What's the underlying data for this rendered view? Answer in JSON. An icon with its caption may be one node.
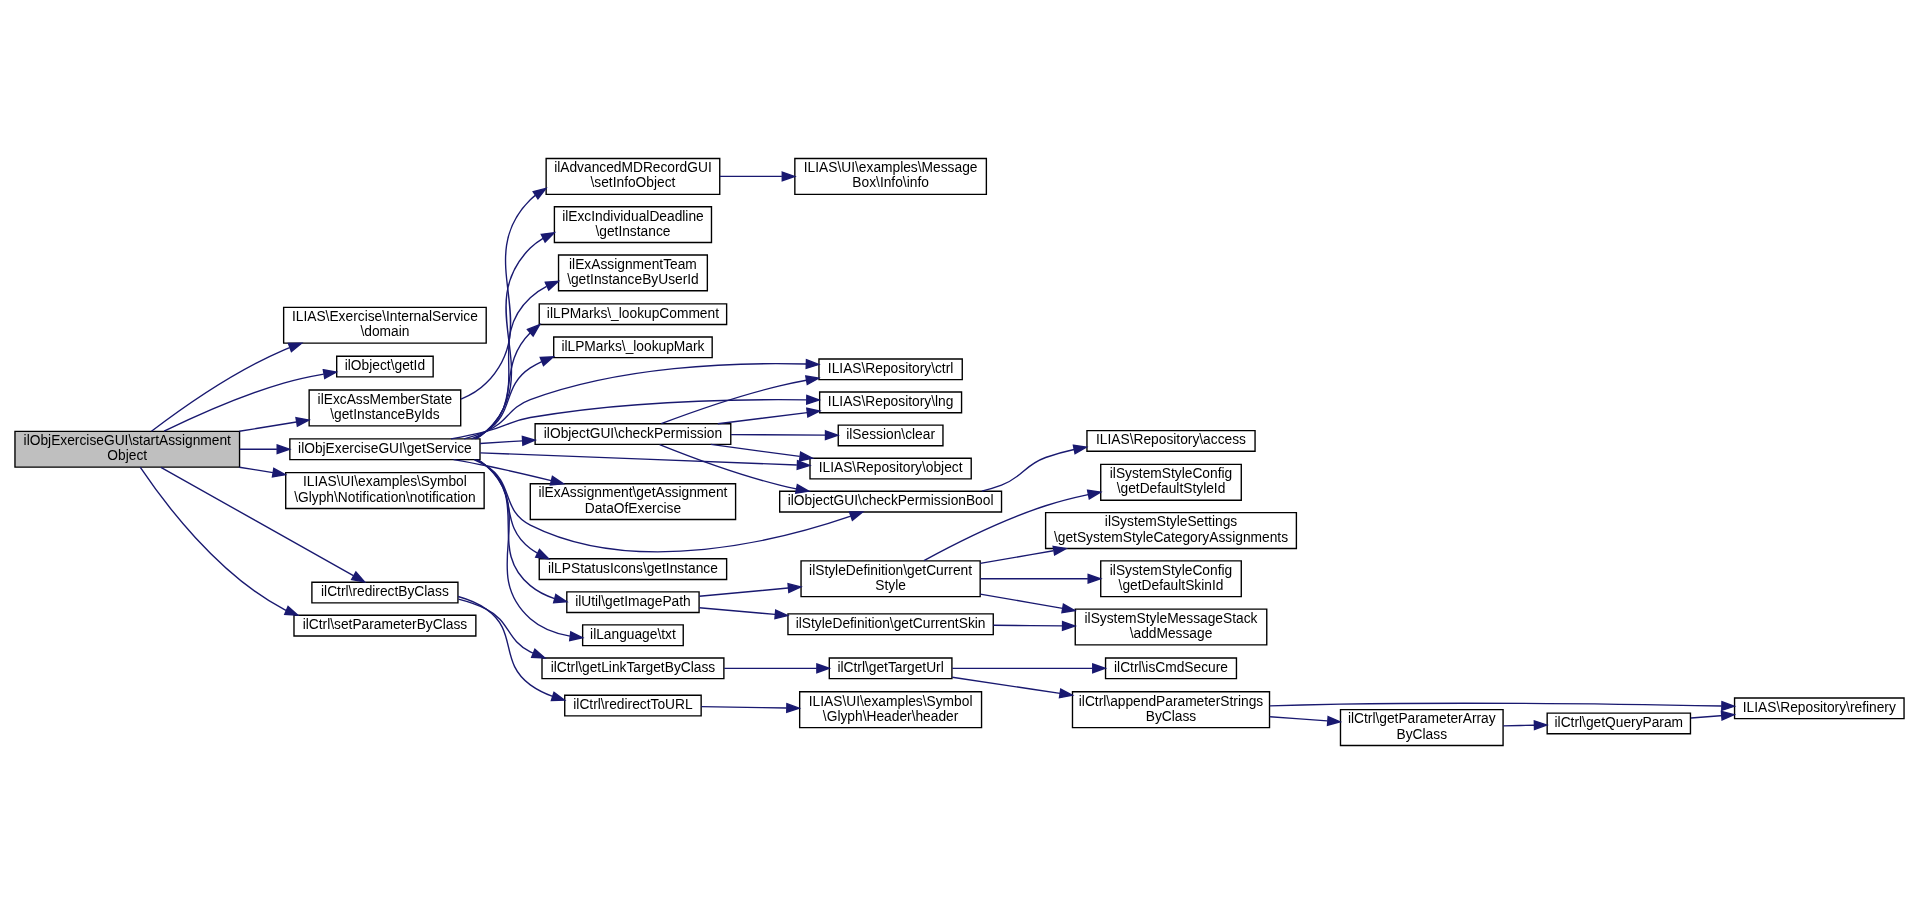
{
  "diagram": {
    "nodes": [
      {
        "text": [
          "ilObjExerciseGUI\\startAssignment Object"
        ]
      },
      {
        "text": [
          "ILIAS\\Exercise\\InternalService \\domain"
        ]
      },
      {
        "text": [
          "ilObject\\getId"
        ]
      },
      {
        "text": [
          "ilExcAssMemberState \\getInstanceByIds"
        ]
      },
      {
        "text": [
          "ilObjExerciseGUI\\getService"
        ]
      },
      {
        "text": [
          "ILIAS\\UI\\examples\\Symbol \\Glyph\\Notification\\notification"
        ]
      },
      {
        "text": [
          "ilCtrl\\redirectByClass"
        ]
      },
      {
        "text": [
          "ilCtrl\\setParameterByClass"
        ]
      },
      {
        "text": [
          "ilExcIndividualDeadline \\getInstance"
        ]
      },
      {
        "text": [
          "ilExAssignmentTeam \\getInstanceByUserId"
        ]
      },
      {
        "text": [
          "ilLPMarks\\_lookupComment"
        ]
      },
      {
        "text": [
          "ilLPMarks\\_lookupMark"
        ]
      },
      {
        "text": [
          "ilAdvancedMDRecordGUI \\setInfoObject"
        ]
      },
      {
        "text": [
          "ilObjectGUI\\checkPermission"
        ]
      },
      {
        "text": [
          "ilExAssignment\\getAssignment DataOfExercise"
        ]
      },
      {
        "text": [
          "ilLPStatusIcons\\getInstance"
        ]
      },
      {
        "text": [
          "ilUtil\\getImagePath"
        ]
      },
      {
        "text": [
          "ilLanguage\\txt"
        ]
      },
      {
        "text": [
          "ilCtrl\\getLinkTargetByClass"
        ]
      },
      {
        "text": [
          "ilCtrl\\redirectToURL"
        ]
      },
      {
        "text": [
          "ILIAS\\UI\\examples\\Message Box\\Info\\info"
        ]
      },
      {
        "text": [
          "ILIAS\\Repository\\ctrl"
        ]
      },
      {
        "text": [
          "ILIAS\\Repository\\lng"
        ]
      },
      {
        "text": [
          "ilSession\\clear"
        ]
      },
      {
        "text": [
          "ILIAS\\Repository\\object"
        ]
      },
      {
        "text": [
          "ilObjectGUI\\checkPermissionBool"
        ]
      },
      {
        "text": [
          "ilStyleDefinition\\getCurrent Style"
        ]
      },
      {
        "text": [
          "ilStyleDefinition\\getCurrentSkin"
        ]
      },
      {
        "text": [
          "ilCtrl\\getTargetUrl"
        ]
      },
      {
        "text": [
          "ILIAS\\UI\\examples\\Symbol \\Glyph\\Header\\header"
        ]
      },
      {
        "text": [
          "ILIAS\\Repository\\access"
        ]
      },
      {
        "text": [
          "ilSystemStyleConfig \\getDefaultStyleId"
        ]
      },
      {
        "text": [
          "ilSystemStyleSettings \\getSystemStyleCategoryAssignments"
        ]
      },
      {
        "text": [
          "ilSystemStyleConfig \\getDefaultSkinId"
        ]
      },
      {
        "text": [
          "ilSystemStyleMessageStack \\addMessage"
        ]
      },
      {
        "text": [
          "ilCtrl\\isCmdSecure"
        ]
      },
      {
        "text": [
          "ilCtrl\\appendParameterStrings ByClass"
        ]
      },
      {
        "text": [
          "ilCtrl\\getParameterArray ByClass"
        ]
      },
      {
        "text": [
          "ilCtrl\\getQueryParam"
        ]
      },
      {
        "text": [
          "ILIAS\\Repository\\refinery"
        ]
      }
    ],
    "edges": [
      {
        "from": 0,
        "to": 1,
        "arrow": "to"
      },
      {
        "from": 0,
        "to": 2,
        "arrow": "to"
      },
      {
        "from": 0,
        "to": 3,
        "arrow": "to"
      },
      {
        "from": 0,
        "to": 4,
        "arrow": "to"
      },
      {
        "from": 0,
        "to": 5,
        "arrow": "to"
      },
      {
        "from": 0,
        "to": 6,
        "arrow": "to"
      },
      {
        "from": 0,
        "to": 7,
        "arrow": "to"
      },
      {
        "from": 3,
        "to": 12,
        "arrow": "to"
      },
      {
        "from": 4,
        "to": 8,
        "arrow": "to"
      },
      {
        "from": 4,
        "to": 9,
        "arrow": "to"
      },
      {
        "from": 4,
        "to": 10,
        "arrow": "to"
      },
      {
        "from": 4,
        "to": 11,
        "arrow": "to"
      },
      {
        "from": 4,
        "to": 21,
        "arrow": "to"
      },
      {
        "from": 4,
        "to": 22,
        "arrow": "to"
      },
      {
        "from": 4,
        "to": 13,
        "arrow": "to"
      },
      {
        "from": 4,
        "to": 24,
        "arrow": "to"
      },
      {
        "from": 4,
        "to": 14,
        "arrow": "to"
      },
      {
        "from": 4,
        "to": 25,
        "arrow": "to"
      },
      {
        "from": 4,
        "to": 15,
        "arrow": "to"
      },
      {
        "from": 4,
        "to": 16,
        "arrow": "to"
      },
      {
        "from": 4,
        "to": 17,
        "arrow": "to"
      },
      {
        "from": 6,
        "to": 18,
        "arrow": "to"
      },
      {
        "from": 6,
        "to": 19,
        "arrow": "to"
      },
      {
        "from": 12,
        "to": 20,
        "arrow": "to"
      },
      {
        "from": 13,
        "to": 21,
        "arrow": "to"
      },
      {
        "from": 13,
        "to": 22,
        "arrow": "to"
      },
      {
        "from": 13,
        "to": 23,
        "arrow": "to"
      },
      {
        "from": 13,
        "to": 24,
        "arrow": "to"
      },
      {
        "from": 13,
        "to": 25,
        "arrow": "to"
      },
      {
        "from": 25,
        "to": 30,
        "arrow": "to"
      },
      {
        "from": 16,
        "to": 26,
        "arrow": "to"
      },
      {
        "from": 16,
        "to": 27,
        "arrow": "to"
      },
      {
        "from": 26,
        "to": 31,
        "arrow": "to"
      },
      {
        "from": 26,
        "to": 32,
        "arrow": "to"
      },
      {
        "from": 26,
        "to": 33,
        "arrow": "to"
      },
      {
        "from": 26,
        "to": 34,
        "arrow": "to"
      },
      {
        "from": 27,
        "to": 34,
        "arrow": "to"
      },
      {
        "from": 18,
        "to": 28,
        "arrow": "to"
      },
      {
        "from": 19,
        "to": 29,
        "arrow": "to"
      },
      {
        "from": 28,
        "to": 35,
        "arrow": "to"
      },
      {
        "from": 28,
        "to": 36,
        "arrow": "to"
      },
      {
        "from": 36,
        "to": 39,
        "arrow": "to"
      },
      {
        "from": 36,
        "to": 37,
        "arrow": "to"
      },
      {
        "from": 37,
        "to": 38,
        "arrow": "to"
      },
      {
        "from": 38,
        "to": 39,
        "arrow": "to"
      }
    ]
  }
}
